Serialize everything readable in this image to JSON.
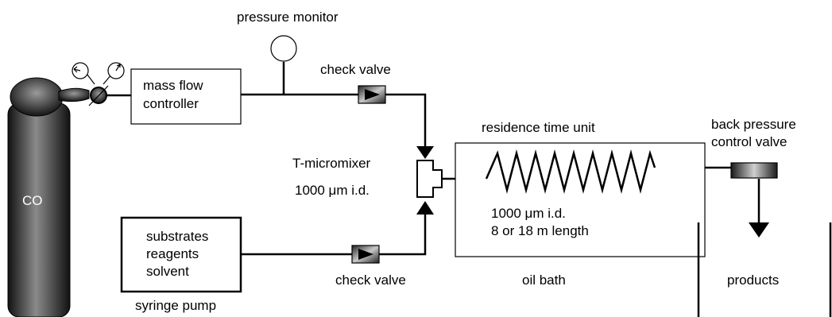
{
  "labels": {
    "pressure_monitor": "pressure monitor",
    "check_valve_top": "check valve",
    "mass_flow_controller_line1": "mass flow",
    "mass_flow_controller_line2": "controller",
    "residence_time_unit": "residence time unit",
    "back_pressure_line1": "back pressure",
    "back_pressure_line2": "control valve",
    "t_micromixer": "T-micromixer",
    "t_micromixer_id": "1000 μm i.d.",
    "coil_id": "1000 μm i.d.",
    "coil_length": "8 or 18 m length",
    "cylinder": "CO",
    "substrates": "substrates",
    "reagents": "reagents",
    "solvent": "solvent",
    "check_valve_bottom": "check valve",
    "oil_bath": "oil bath",
    "syringe_pump": "syringe pump",
    "products": "products"
  },
  "colors": {
    "line": "#000000",
    "cylinder_dark": "#1a1a1a",
    "cylinder_light": "#9a9a9a",
    "valve_dark": "#2a2a2a",
    "valve_light": "#bdbdbd"
  }
}
